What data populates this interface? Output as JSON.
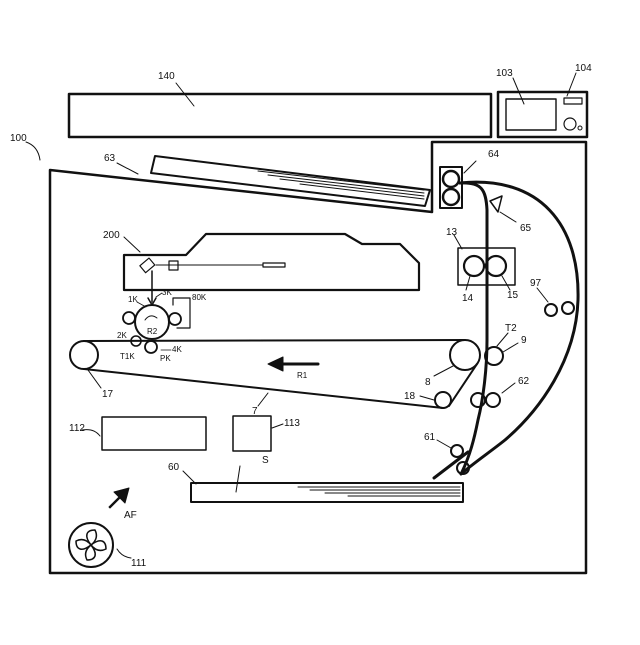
{
  "labels": {
    "machine": "100",
    "scanner": "140",
    "panel": "103",
    "panel_display": "104",
    "upper_tray": "63",
    "exit_rollers": "64",
    "guide": "65",
    "exposure": "200",
    "fixing": "13",
    "fix_roller_a": "14",
    "fix_roller_b": "15",
    "conveying_roller": "97",
    "transfer_nip": "T2",
    "secondary_roller": "9",
    "belt_roller_right": "8",
    "regist_roller": "62",
    "tension_roller": "18",
    "belt_roller_left": "17",
    "belt_unit": "7",
    "feed_roller": "61",
    "box_left": "112",
    "box_right": "113",
    "sheet": "S",
    "cassette": "60",
    "airflow": "AF",
    "fan": "111",
    "rotation_belt": "R1",
    "rotation_drum": "R2",
    "station_1k": "1K",
    "station_3k": "3K",
    "station_80k": "80K",
    "station_2k": "2K",
    "station_t1k": "T1K",
    "station_4k": "4K",
    "station_pk": "PK"
  }
}
